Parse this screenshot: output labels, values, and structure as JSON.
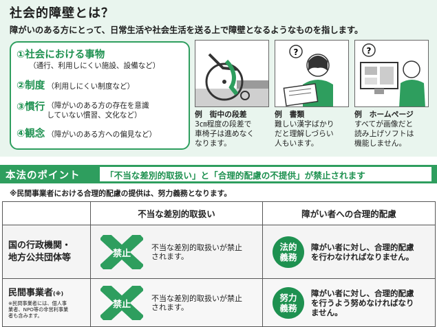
{
  "header": {
    "title": "社会的障壁とは？",
    "subtitle": "障がいのある方にとって、日常生活や社会生活を送る上で障壁となるようなものを指します。"
  },
  "barriers": [
    {
      "name": "①社会における事物",
      "desc": "（通行、利用しにくい施設、設備など）"
    },
    {
      "name": "②制度",
      "desc": "（利用しにくい制度など）"
    },
    {
      "name": "③慣行",
      "desc": "（障がいのある方の存在を意識していない慣習、文化など）"
    },
    {
      "name": "④観念",
      "desc": "（障がいのある方への偏見など）"
    }
  ],
  "examples": [
    {
      "label": "例　街中の段差",
      "lines": [
        "3㎝程度の段差で",
        "車椅子は進めなく",
        "なります。"
      ],
      "icon": "wheelchair-icon"
    },
    {
      "label": "例　書類",
      "lines": [
        "難しい漢字ばかり",
        "だと理解しづらい",
        "人もいます。"
      ],
      "icon": "document-reading-icon"
    },
    {
      "label": "例　ホームページ",
      "lines": [
        "すべてが画像だと",
        "読み上げソフトは",
        "機能しません。"
      ],
      "icon": "computer-icon"
    }
  ],
  "point": {
    "label": "本法のポイント",
    "headline": "「不当な差別的取扱い」と「合理的配慮の不提供」が禁止されます"
  },
  "note": "※民間事業者における合理的配慮の提供は、努力義務となります。",
  "table": {
    "headers": [
      "",
      "不当な差別的取扱い",
      "障がい者への合理的配慮"
    ],
    "rows": [
      {
        "entity_lines": [
          "国の行政機関・",
          "地方公共団体等"
        ],
        "entity_note": "",
        "ban_badge": "禁止",
        "ban_text": "不当な差別的取扱いが禁止されます。",
        "duty_badge_lines": [
          "法的",
          "義務"
        ],
        "duty_text": "障がい者に対し、合理的配慮を行わなければなりません。"
      },
      {
        "entity_lines": [
          "民間事業者",
          ""
        ],
        "entity_mark": "(※)",
        "entity_note": "※民間事業者には、個人事業者、NPO等の非営利事業者も含みます。",
        "ban_badge": "禁止",
        "ban_text": "不当な差別的取扱いが禁止されます。",
        "duty_badge_lines": [
          "努力",
          "義務"
        ],
        "duty_text": "障がい者に対し、合理的配慮を行うよう努めなければなりません。"
      }
    ]
  },
  "colors": {
    "accent": "#2e9e5e",
    "accent_text": "#1e9150",
    "top_bg": "#e9f5ee",
    "ban_x": "#2e9e5e"
  }
}
